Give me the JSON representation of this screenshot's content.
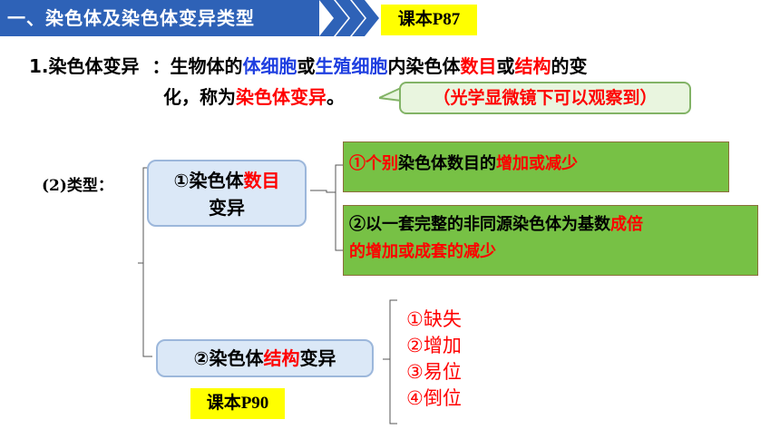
{
  "header": {
    "title": "一、染色体及染色体变异类型",
    "tag_top": "课本P87"
  },
  "definition": {
    "term": "1.染色体变异",
    "line1": {
      "p1": "：生物体的",
      "blue1": "体细胞",
      "p2": "或",
      "blue2": "生殖细胞",
      "p3": "内染色体",
      "red1": "数目",
      "p4": "或",
      "red2": "结构",
      "p5": "的变"
    },
    "line2": {
      "p1": "化，称为",
      "red1": "染色体变异",
      "p2": "。"
    },
    "callout": "（光学显微镜下可以观察到）"
  },
  "types": {
    "label": "(2)类型：",
    "number_box": {
      "prefix": "①染色体",
      "red": "数目",
      "suffix": "变异"
    },
    "number_items": {
      "item1": {
        "red1": "①个别",
        "mid": "染色体数目的",
        "red2": "增加或减少"
      },
      "item2": {
        "p1": "②以一套完整的非同源染色体为基数",
        "red1": "成倍",
        "red2": "的增加或成套的减少"
      }
    },
    "structure_box": {
      "prefix": "②染色体",
      "red": "结构",
      "suffix": "变异"
    },
    "structure_items": [
      "①缺失",
      "②增加",
      "③易位",
      "④倒位"
    ],
    "tag_bottom": "课本P90"
  },
  "colors": {
    "header_blue": "#2e62b7",
    "highlight_yellow": "#ffff00",
    "text_red": "#ff0000",
    "text_blue": "#1f3fe0",
    "green_box": "#77c145",
    "blue_box": "#dbe8f7"
  }
}
